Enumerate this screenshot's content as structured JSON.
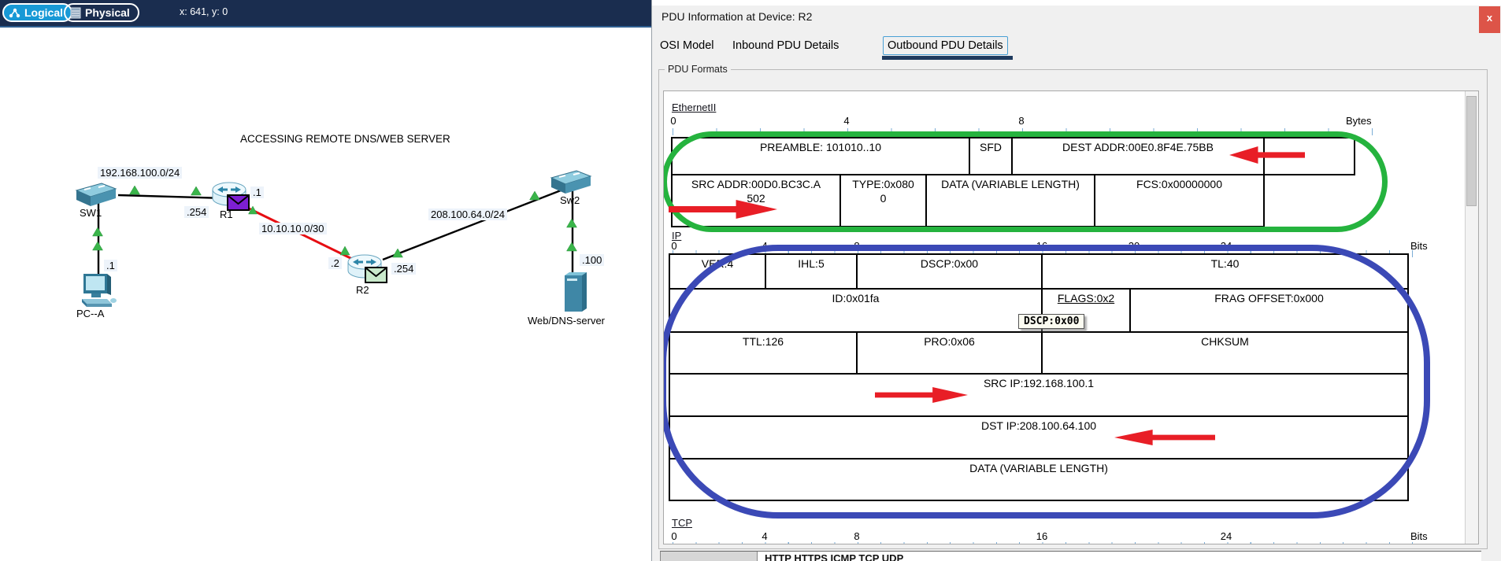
{
  "toolbar": {
    "logical": "Logical",
    "physical": "Physical",
    "coords": "x: 641, y: 0"
  },
  "topology": {
    "title": "ACCESSING REMOTE DNS/WEB SERVER",
    "devices": {
      "sw1": "SW1",
      "r1": "R1",
      "r2": "R2",
      "sw2": "Sw2",
      "pc": "PC--A",
      "server": "Web/DNS-server"
    },
    "net_labels": {
      "lan1": "192.168.100.0/24",
      "serial": "10.10.10.0/30",
      "lan2": "208.100.64.0/24"
    },
    "port_labels": {
      "r1_lan": ".254",
      "r1_serial": ".1",
      "pc": ".1",
      "r2_serial": ".2",
      "r2_lan": ".254",
      "server": ".100"
    }
  },
  "dialog": {
    "title": "PDU Information at Device: R2",
    "close": "x",
    "tabs": {
      "osi": "OSI Model",
      "inbound": "Inbound PDU Details",
      "outbound": "Outbound PDU Details"
    },
    "group": "PDU Formats",
    "eth": {
      "link": "EthernetII",
      "unit": "Bytes",
      "t0": "0",
      "t1": "4",
      "t2": "8",
      "preamble": "PREAMBLE: 101010..10",
      "sfd": "SFD",
      "dest": "DEST ADDR:00E0.8F4E.75BB",
      "src": "SRC ADDR:00D0.BC3C.A502",
      "type": "TYPE:0x0800",
      "data": "DATA (VARIABLE LENGTH)",
      "fcs": "FCS:0x00000000"
    },
    "ip": {
      "link": "IP",
      "unit": "Bits",
      "t0": "0",
      "t1": "4",
      "t2": "8",
      "t3": "16",
      "t4": "20",
      "t5": "24",
      "ver": "VER:4",
      "ihl": "IHL:5",
      "dscp": "DSCP:0x00",
      "tl": "TL:40",
      "id": "ID:0x01fa",
      "flags": "FLAGS:0x2",
      "frag": "FRAG OFFSET:0x000",
      "ttl": "TTL:126",
      "pro": "PRO:0x06",
      "chksum": "CHKSUM",
      "srcip": "SRC IP:192.168.100.1",
      "dstip": "DST IP:208.100.64.100",
      "data": "DATA (VARIABLE LENGTH)"
    },
    "tcp": {
      "link": "TCP",
      "unit": "Bits",
      "t0": "0",
      "t1": "4",
      "t2": "8",
      "t3": "16",
      "t4": "24"
    },
    "tooltip": "DSCP:0x00",
    "bottom_row": "HTTP HTTPS ICMP TCP UDP"
  },
  "colors": {
    "topbar": "#1a2d4f",
    "logical_pill": "#1899d6",
    "annotation_green": "#25b33e",
    "annotation_blue": "#3b49b6",
    "arrow_red": "#e81e26",
    "tab_underline": "#1e3a5e",
    "close_button": "#dd5448",
    "link_status_green": "#3ab54a",
    "serial_link_red": "#e60d12"
  }
}
